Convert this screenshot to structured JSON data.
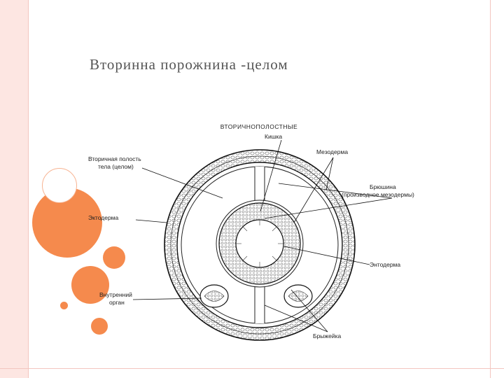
{
  "slide": {
    "title": "Вторинна порожнина -целом",
    "accent_color": "#f58a4d"
  },
  "diagram": {
    "heading": "ВТОРИЧНОПОЛОСТНЫЕ",
    "labels": {
      "kishka": "Кишка",
      "mezoderma": "Мезодерма",
      "vtorichnaya_line1": "Вторичная полость",
      "vtorichnaya_line2": "тела (целом)",
      "bryushina_line1": "Брюшина",
      "bryushina_line2": "(производное мезодермы)",
      "ektoderma": "Эктодерма",
      "entoderma": "Энтодерма",
      "organ_line1": "Внутренний",
      "organ_line2": "орган",
      "bryzheyka": "Брыжейка"
    }
  }
}
